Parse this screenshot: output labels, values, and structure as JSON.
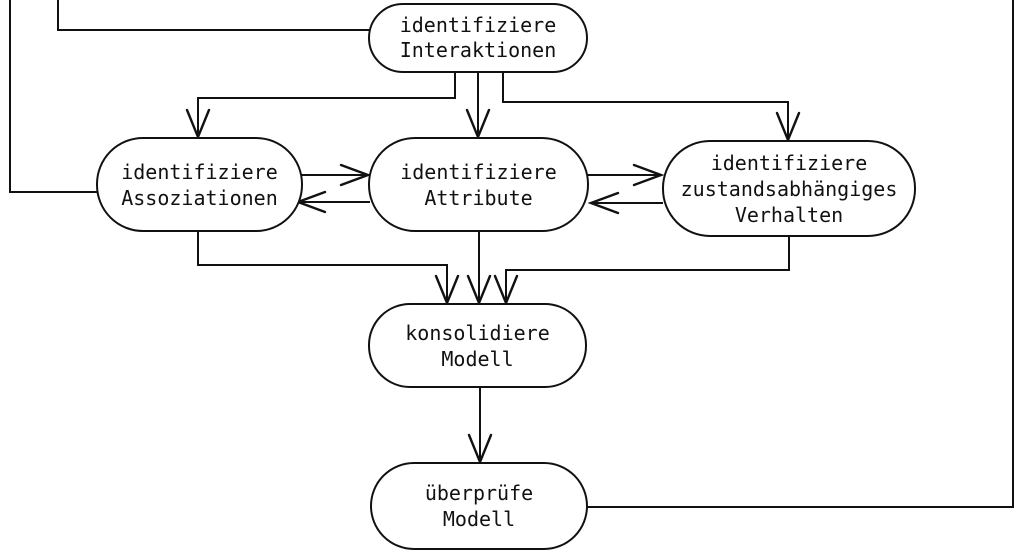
{
  "colors": {
    "background": "#ffffff",
    "line": "#111111",
    "text": "#111111"
  },
  "nodes": [
    {
      "id": "identifiziere-interaktionen",
      "lines": [
        "identifiziere",
        "Interaktionen"
      ]
    },
    {
      "id": "identifiziere-assoziationen",
      "lines": [
        "identifiziere",
        "Assoziationen"
      ]
    },
    {
      "id": "identifiziere-attribute",
      "lines": [
        "identifiziere",
        "Attribute"
      ]
    },
    {
      "id": "identifiziere-zustandsabhaengiges-verhalten",
      "lines": [
        "identifiziere",
        "zustandsabhängiges",
        "Verhalten"
      ]
    },
    {
      "id": "konsolidiere-modell",
      "lines": [
        "konsolidiere",
        "Modell"
      ]
    },
    {
      "id": "ueberpruefe-modell",
      "lines": [
        "überprüfe",
        "Modell"
      ]
    }
  ]
}
